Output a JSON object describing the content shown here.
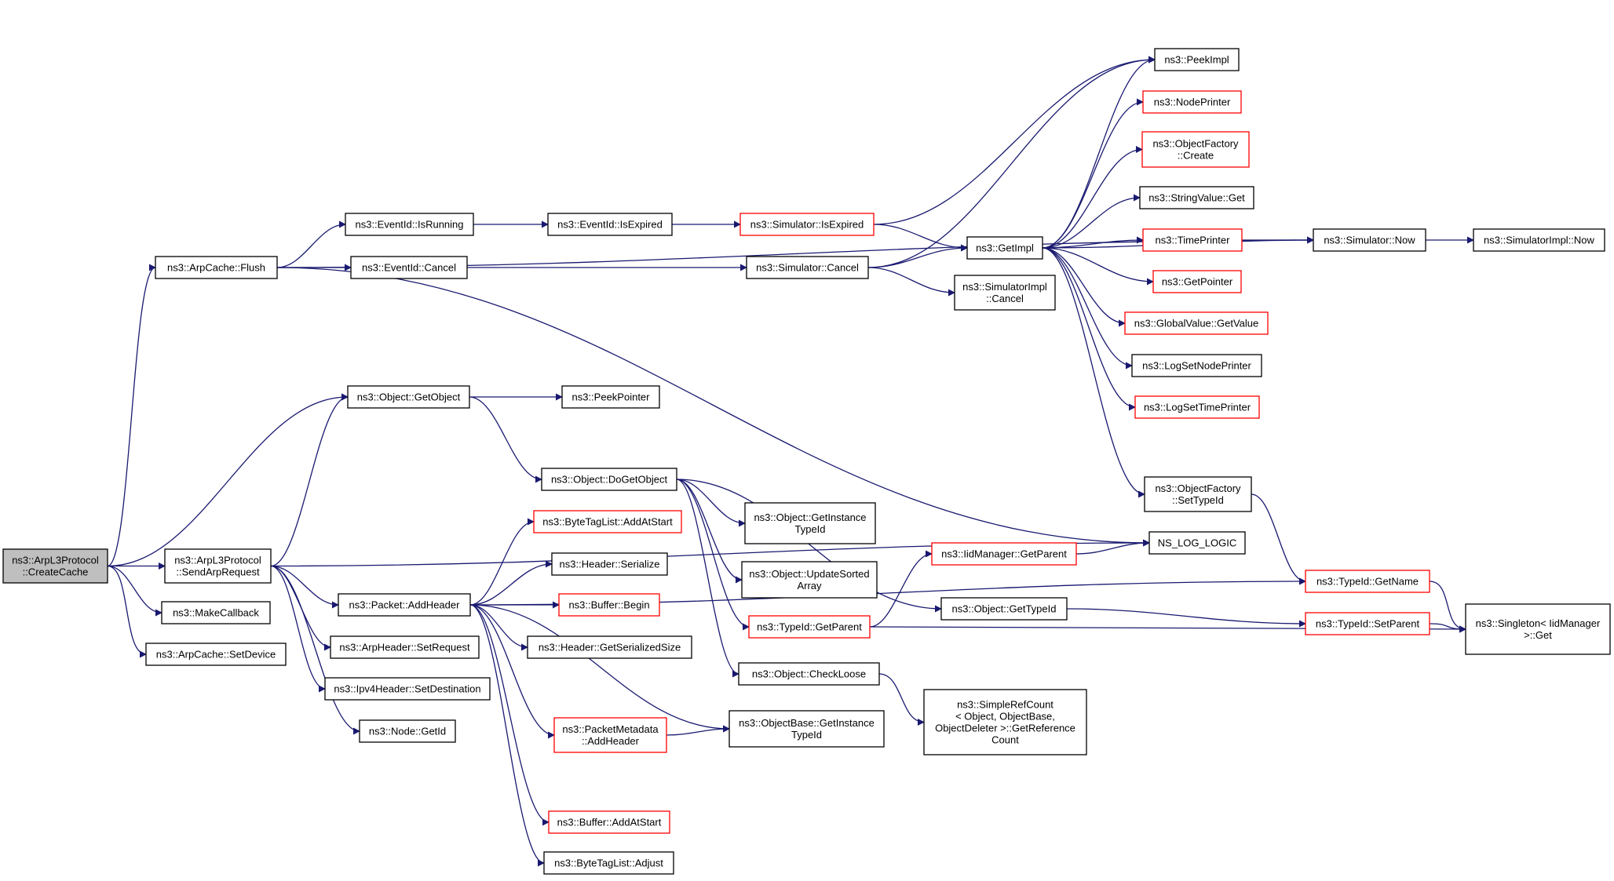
{
  "diagram": {
    "colors": {
      "edge": "#191970",
      "border_normal": "#000000",
      "border_undocumented": "#ff0000",
      "root_fill": "#bfbfbf"
    },
    "nodes": [
      {
        "id": "createCache",
        "lines": [
          "ns3::ArpL3Protocol",
          "::CreateCache"
        ],
        "style": "root"
      },
      {
        "id": "flush",
        "lines": [
          "ns3::ArpCache::Flush"
        ],
        "style": "normal"
      },
      {
        "id": "getObject",
        "lines": [
          "ns3::Object::GetObject"
        ],
        "style": "normal"
      },
      {
        "id": "sendArp",
        "lines": [
          "ns3::ArpL3Protocol",
          "::SendArpRequest"
        ],
        "style": "normal"
      },
      {
        "id": "makeCallback",
        "lines": [
          "ns3::MakeCallback"
        ],
        "style": "normal"
      },
      {
        "id": "setDevice",
        "lines": [
          "ns3::ArpCache::SetDevice"
        ],
        "style": "normal"
      },
      {
        "id": "isRunning",
        "lines": [
          "ns3::EventId::IsRunning"
        ],
        "style": "normal"
      },
      {
        "id": "eventCancel",
        "lines": [
          "ns3::EventId::Cancel"
        ],
        "style": "normal"
      },
      {
        "id": "isExpired",
        "lines": [
          "ns3::EventId::IsExpired"
        ],
        "style": "normal"
      },
      {
        "id": "simIsExpired",
        "lines": [
          "ns3::Simulator::IsExpired"
        ],
        "style": "red"
      },
      {
        "id": "simCancel",
        "lines": [
          "ns3::Simulator::Cancel"
        ],
        "style": "normal"
      },
      {
        "id": "getImpl",
        "lines": [
          "ns3::GetImpl"
        ],
        "style": "normal"
      },
      {
        "id": "simImplCancel",
        "lines": [
          "ns3::SimulatorImpl",
          "::Cancel"
        ],
        "style": "normal"
      },
      {
        "id": "peekImpl",
        "lines": [
          "ns3::PeekImpl"
        ],
        "style": "normal"
      },
      {
        "id": "nodePrinter",
        "lines": [
          "ns3::NodePrinter"
        ],
        "style": "red"
      },
      {
        "id": "objFactoryCreate",
        "lines": [
          "ns3::ObjectFactory",
          "::Create"
        ],
        "style": "red"
      },
      {
        "id": "stringValueGet",
        "lines": [
          "ns3::StringValue::Get"
        ],
        "style": "normal"
      },
      {
        "id": "timePrinter",
        "lines": [
          "ns3::TimePrinter"
        ],
        "style": "red"
      },
      {
        "id": "getPointer",
        "lines": [
          "ns3::GetPointer"
        ],
        "style": "red"
      },
      {
        "id": "globalValueGet",
        "lines": [
          "ns3::GlobalValue::GetValue"
        ],
        "style": "red"
      },
      {
        "id": "logSetNodePrinter",
        "lines": [
          "ns3::LogSetNodePrinter"
        ],
        "style": "normal"
      },
      {
        "id": "logSetTimePrinter",
        "lines": [
          "ns3::LogSetTimePrinter"
        ],
        "style": "red"
      },
      {
        "id": "objFactorySetTypeId",
        "lines": [
          "ns3::ObjectFactory",
          "::SetTypeId"
        ],
        "style": "normal"
      },
      {
        "id": "simNow",
        "lines": [
          "ns3::Simulator::Now"
        ],
        "style": "normal"
      },
      {
        "id": "simImplNow",
        "lines": [
          "ns3::SimulatorImpl::Now"
        ],
        "style": "normal"
      },
      {
        "id": "peekPointer",
        "lines": [
          "ns3::PeekPointer"
        ],
        "style": "normal"
      },
      {
        "id": "doGetObject",
        "lines": [
          "ns3::Object::DoGetObject"
        ],
        "style": "normal"
      },
      {
        "id": "nsLogLogic",
        "lines": [
          "NS_LOG_LOGIC"
        ],
        "style": "normal"
      },
      {
        "id": "byteTagAddAtStart",
        "lines": [
          "ns3::ByteTagList::AddAtStart"
        ],
        "style": "red"
      },
      {
        "id": "headerSerialize",
        "lines": [
          "ns3::Header::Serialize"
        ],
        "style": "normal"
      },
      {
        "id": "bufferBegin",
        "lines": [
          "ns3::Buffer::Begin"
        ],
        "style": "red"
      },
      {
        "id": "packetAddHeader",
        "lines": [
          "ns3::Packet::AddHeader"
        ],
        "style": "normal"
      },
      {
        "id": "headerGetSerSize",
        "lines": [
          "ns3::Header::GetSerializedSize"
        ],
        "style": "normal"
      },
      {
        "id": "arpSetRequest",
        "lines": [
          "ns3::ArpHeader::SetRequest"
        ],
        "style": "normal"
      },
      {
        "id": "ipv4SetDest",
        "lines": [
          "ns3::Ipv4Header::SetDestination"
        ],
        "style": "normal"
      },
      {
        "id": "nodeGetId",
        "lines": [
          "ns3::Node::GetId"
        ],
        "style": "normal"
      },
      {
        "id": "pktMetaAddHeader",
        "lines": [
          "ns3::PacketMetadata",
          "::AddHeader"
        ],
        "style": "red"
      },
      {
        "id": "bufferAddAtStart",
        "lines": [
          "ns3::Buffer::AddAtStart"
        ],
        "style": "red"
      },
      {
        "id": "byteTagAdjust",
        "lines": [
          "ns3::ByteTagList::Adjust"
        ],
        "style": "normal"
      },
      {
        "id": "objGetInstanceTypeId",
        "lines": [
          "ns3::Object::GetInstance",
          "TypeId"
        ],
        "style": "normal"
      },
      {
        "id": "objUpdateSorted",
        "lines": [
          "ns3::Object::UpdateSorted",
          "Array"
        ],
        "style": "normal"
      },
      {
        "id": "typeIdGetParent",
        "lines": [
          "ns3::TypeId::GetParent"
        ],
        "style": "red"
      },
      {
        "id": "objCheckLoose",
        "lines": [
          "ns3::Object::CheckLoose"
        ],
        "style": "normal"
      },
      {
        "id": "objBaseGetInstTypeId",
        "lines": [
          "ns3::ObjectBase::GetInstance",
          "TypeId"
        ],
        "style": "normal"
      },
      {
        "id": "iidGetParent",
        "lines": [
          "ns3::IidManager::GetParent"
        ],
        "style": "red"
      },
      {
        "id": "objGetTypeId",
        "lines": [
          "ns3::Object::GetTypeId"
        ],
        "style": "normal"
      },
      {
        "id": "simpleRefCount",
        "lines": [
          "ns3::SimpleRefCount",
          "< Object, ObjectBase,",
          " ObjectDeleter >::GetReference",
          "Count"
        ],
        "style": "normal"
      },
      {
        "id": "typeIdGetName",
        "lines": [
          "ns3::TypeId::GetName"
        ],
        "style": "red"
      },
      {
        "id": "typeIdSetParent",
        "lines": [
          "ns3::TypeId::SetParent"
        ],
        "style": "red"
      },
      {
        "id": "singletonGet",
        "lines": [
          "ns3::Singleton< IidManager",
          " >::Get"
        ],
        "style": "normal"
      }
    ]
  }
}
